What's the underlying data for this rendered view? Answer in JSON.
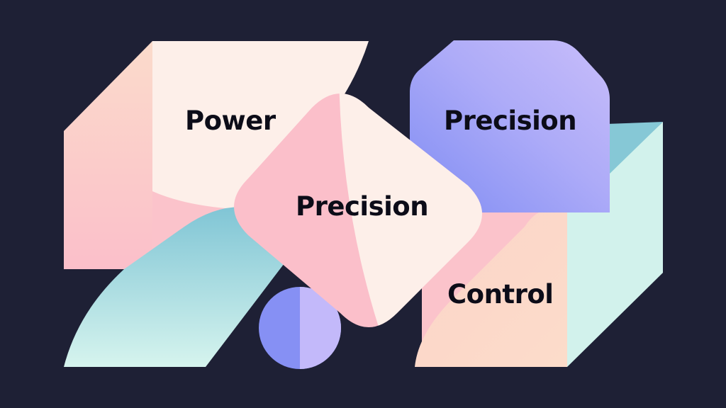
{
  "background": "#1e2035",
  "labels": {
    "power": "Power",
    "precision_center": "Precision",
    "precision_octagon": "Precision",
    "control": "Control"
  },
  "colors": {
    "text": "#0c0c18",
    "peach_light": "#fdeee9",
    "peach": "#fbd9c9",
    "pink": "#fbbfca",
    "teal": "#86c8d6",
    "mint": "#d2f2ec",
    "periwinkle": "#8690f4",
    "lavender": "#c3b9fa"
  }
}
